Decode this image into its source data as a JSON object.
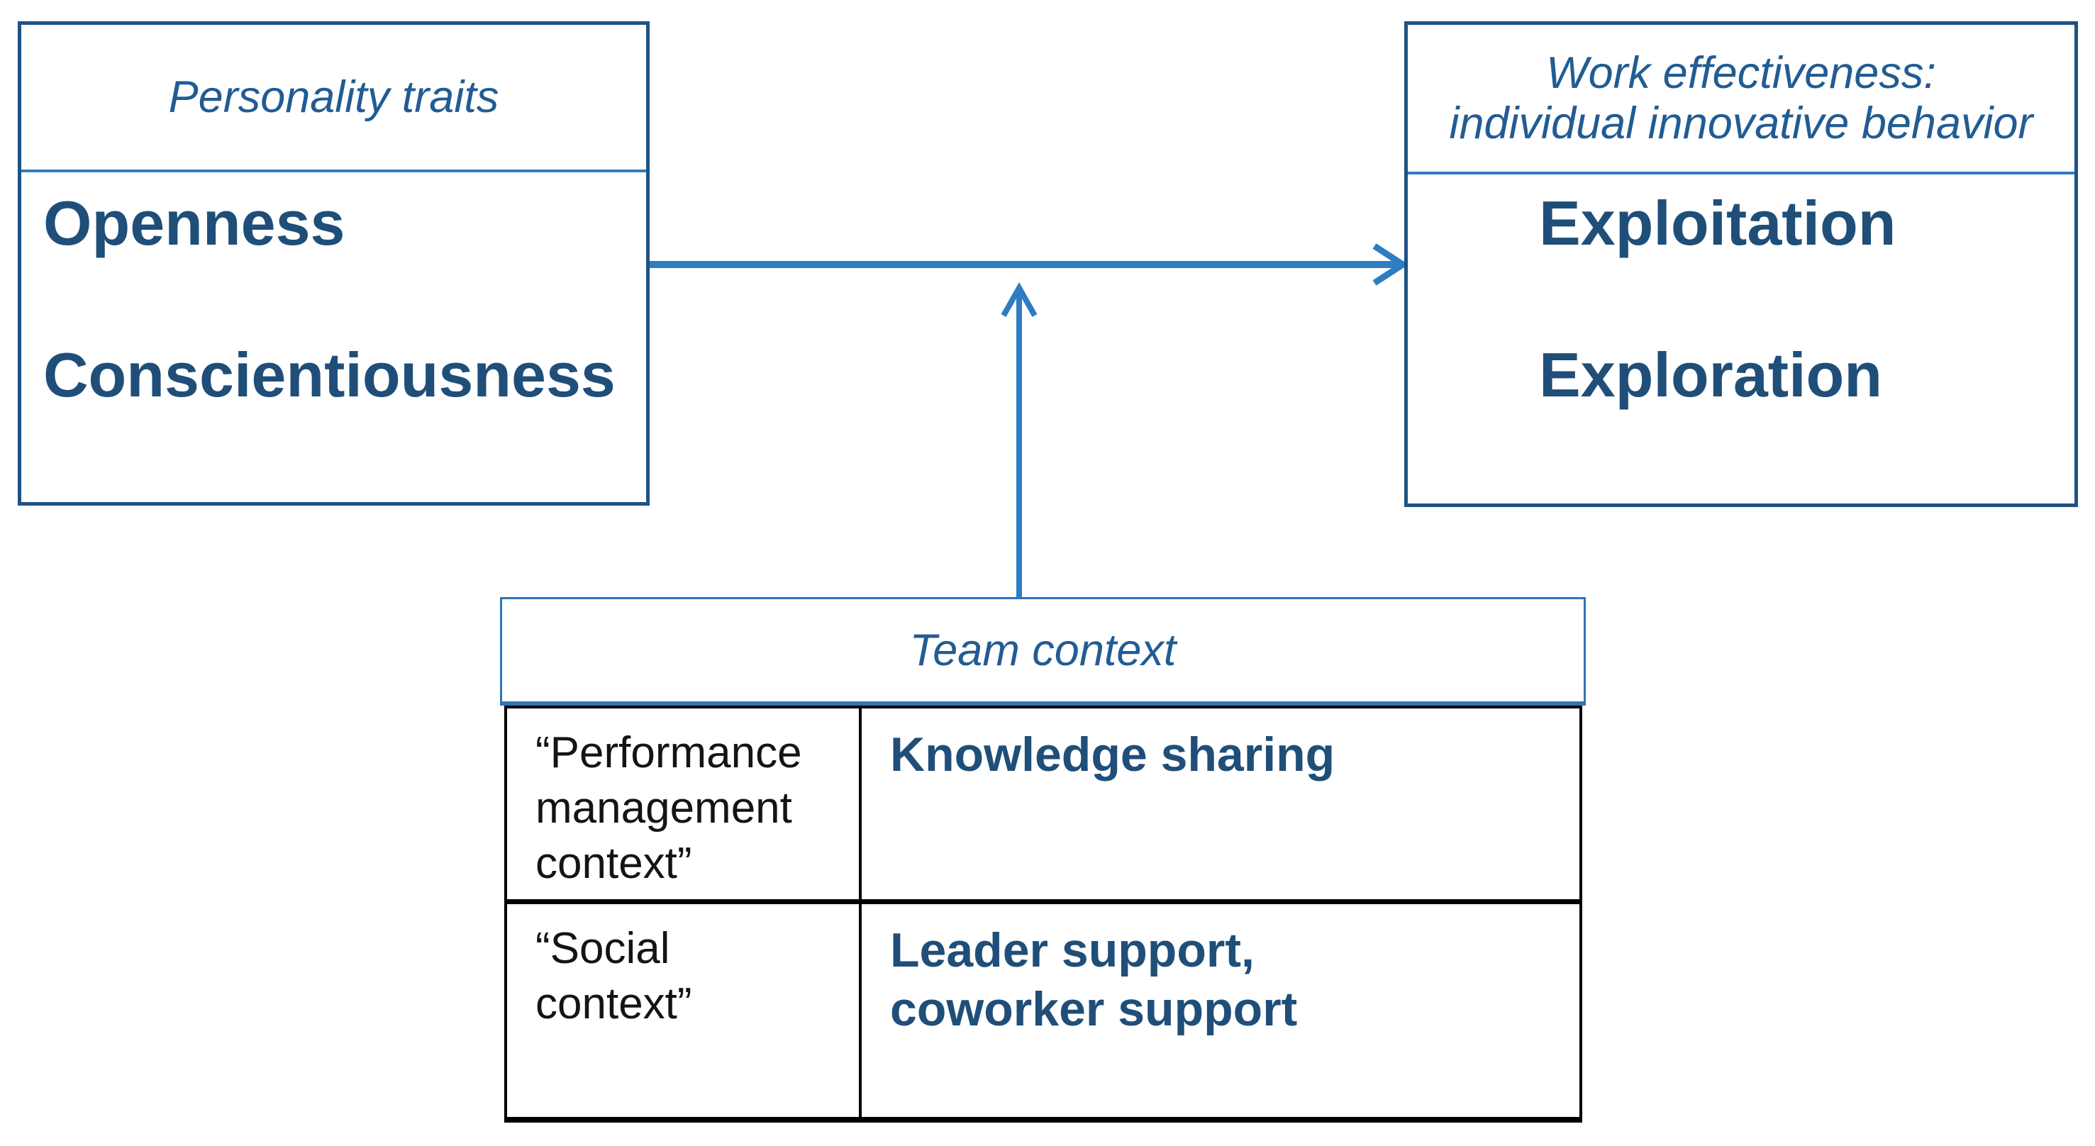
{
  "diagram": {
    "boxes": {
      "personality": {
        "header": "Personality traits",
        "items": [
          "Openness",
          "Conscientiousness"
        ]
      },
      "work": {
        "header": "Work effectiveness:\nindividual innovative behavior",
        "items": [
          "Exploitation",
          "Exploration"
        ]
      },
      "team": {
        "header": "Team context",
        "rows": [
          {
            "label": "“Performance management context”",
            "value": "Knowledge sharing"
          },
          {
            "label": "“Social context”",
            "value": "Leader support,\ncoworker support"
          }
        ]
      }
    },
    "colors": {
      "box_border": "#1d5384",
      "navy": "#1f4e79",
      "header_navy": "#215c93",
      "accent": "#2e7cc2",
      "team_border": "#2e75b6",
      "ink": "#141414",
      "table_border": "#000000"
    }
  }
}
